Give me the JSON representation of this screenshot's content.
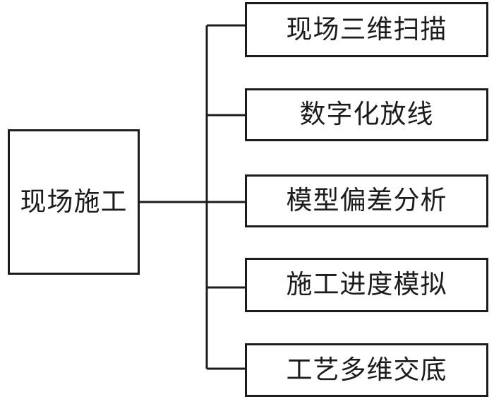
{
  "diagram": {
    "type": "flowchart",
    "root": {
      "label": "现场施工"
    },
    "branches": [
      {
        "label": "现场三维扫描"
      },
      {
        "label": "数字化放线"
      },
      {
        "label": "模型偏差分析"
      },
      {
        "label": "施工进度模拟"
      },
      {
        "label": "工艺多维交底"
      }
    ],
    "colors": {
      "line": "#1c1c1c",
      "background": "#ffffff",
      "text": "#1c1c1c"
    }
  }
}
